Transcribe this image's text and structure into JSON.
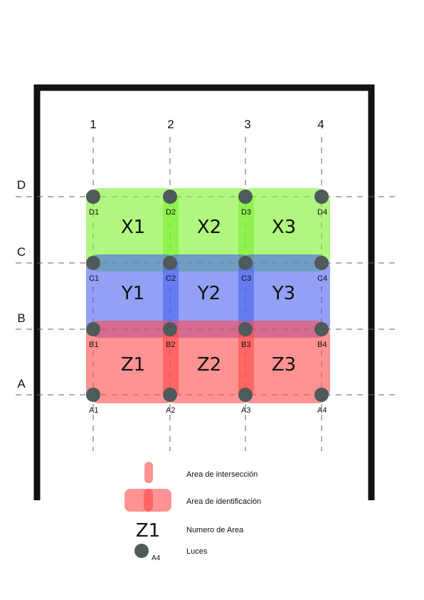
{
  "columns": [
    "1",
    "2",
    "3",
    "4"
  ],
  "rows": [
    "D",
    "C",
    "B",
    "A"
  ],
  "areas": [
    {
      "row": "X",
      "labels": [
        "X1",
        "X2",
        "X3"
      ],
      "color": "#7cf02a"
    },
    {
      "row": "Y",
      "labels": [
        "Y1",
        "Y2",
        "Y3"
      ],
      "color": "#4a63ee"
    },
    {
      "row": "Z",
      "labels": [
        "Z1",
        "Z2",
        "Z3"
      ],
      "color": "#ff4a4a"
    }
  ],
  "lights": [
    [
      "D1",
      "D2",
      "D3",
      "D4"
    ],
    [
      "C1",
      "C2",
      "C3",
      "C4"
    ],
    [
      "B1",
      "B2",
      "B3",
      "B4"
    ],
    [
      "A1",
      "A2",
      "A3",
      "A4"
    ]
  ],
  "legend": {
    "intersection": "Area de intersección",
    "identification": "Area de identificación",
    "area_number_symbol": "Z1",
    "area_number": "Numero de Area",
    "light_symbol_label": "A4",
    "lights": "Luces"
  },
  "colors": {
    "wall": "#111111",
    "light": "#4f5a5a",
    "guide": "#666666"
  }
}
